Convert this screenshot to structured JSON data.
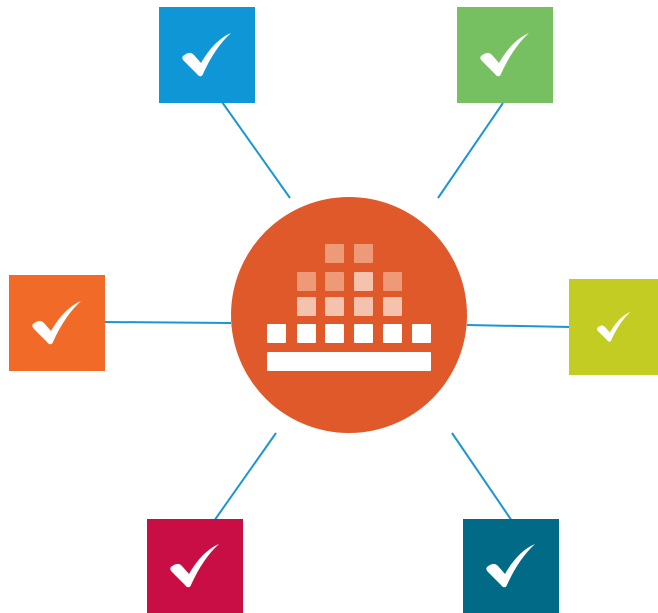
{
  "hub": {
    "icon": "equalizer-block-icon",
    "color": "#e0592a",
    "tile_light": "#ffffff",
    "tile_mid": "#f5c2ad",
    "tile_faint": "#ee9a78"
  },
  "connector_color": "#1a96d2",
  "nodes": [
    {
      "id": "top-left",
      "icon": "checkmark-icon",
      "color": "#0e96d6"
    },
    {
      "id": "top-right",
      "icon": "checkmark-icon",
      "color": "#77c062"
    },
    {
      "id": "middle-left",
      "icon": "checkmark-icon",
      "color": "#f26a27"
    },
    {
      "id": "middle-right",
      "icon": "checkmark-icon",
      "color": "#c2cc22"
    },
    {
      "id": "bottom-left",
      "icon": "checkmark-icon",
      "color": "#c80e45"
    },
    {
      "id": "bottom-right",
      "icon": "checkmark-icon",
      "color": "#006a87"
    }
  ]
}
